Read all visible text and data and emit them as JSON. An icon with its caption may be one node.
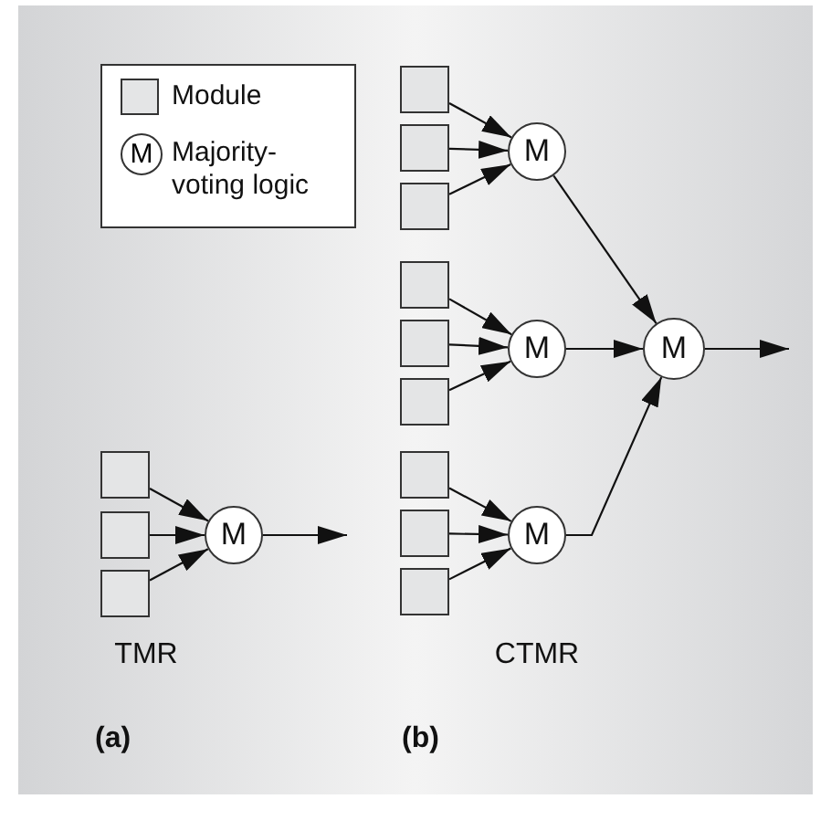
{
  "diagram": {
    "nodes": [
      {
        "text": [],
        "shape": "box"
      },
      {
        "text": [],
        "shape": "box"
      },
      {
        "text": [],
        "shape": "box"
      },
      {
        "text": [
          "M"
        ]
      },
      {
        "text": [],
        "shape": "box"
      },
      {
        "text": [],
        "shape": "box"
      },
      {
        "text": [],
        "shape": "box"
      },
      {
        "text": [],
        "shape": "box"
      },
      {
        "text": [],
        "shape": "box"
      },
      {
        "text": [],
        "shape": "box"
      },
      {
        "text": [],
        "shape": "box"
      },
      {
        "text": [],
        "shape": "box"
      },
      {
        "text": [],
        "shape": "box"
      },
      {
        "text": [
          "M"
        ]
      },
      {
        "text": [
          "M"
        ]
      },
      {
        "text": [
          "M"
        ]
      },
      {
        "text": [
          "M"
        ]
      }
    ],
    "edges": [
      {
        "from": 0,
        "to": 3,
        "arrow": "to"
      },
      {
        "from": 1,
        "to": 3,
        "arrow": "to"
      },
      {
        "from": 2,
        "to": 3,
        "arrow": "to"
      },
      {
        "from": 3,
        "to": null,
        "arrow": "to"
      },
      {
        "from": 4,
        "to": 13,
        "arrow": "to"
      },
      {
        "from": 5,
        "to": 13,
        "arrow": "to"
      },
      {
        "from": 6,
        "to": 13,
        "arrow": "to"
      },
      {
        "from": 7,
        "to": 14,
        "arrow": "to"
      },
      {
        "from": 8,
        "to": 14,
        "arrow": "to"
      },
      {
        "from": 9,
        "to": 14,
        "arrow": "to"
      },
      {
        "from": 10,
        "to": 15,
        "arrow": "to"
      },
      {
        "from": 11,
        "to": 15,
        "arrow": "to"
      },
      {
        "from": 12,
        "to": 15,
        "arrow": "to"
      },
      {
        "from": 13,
        "to": 16,
        "arrow": "to"
      },
      {
        "from": 14,
        "to": 16,
        "arrow": "to"
      },
      {
        "from": 15,
        "to": 16,
        "arrow": "to"
      },
      {
        "from": 16,
        "to": null,
        "arrow": "to"
      }
    ],
    "labels": [
      "M",
      "TMR",
      "CTMR",
      "(a)",
      "(b)"
    ],
    "legend": [
      {
        "text": "Module"
      },
      {
        "text": "Majority-voting logic"
      }
    ]
  }
}
